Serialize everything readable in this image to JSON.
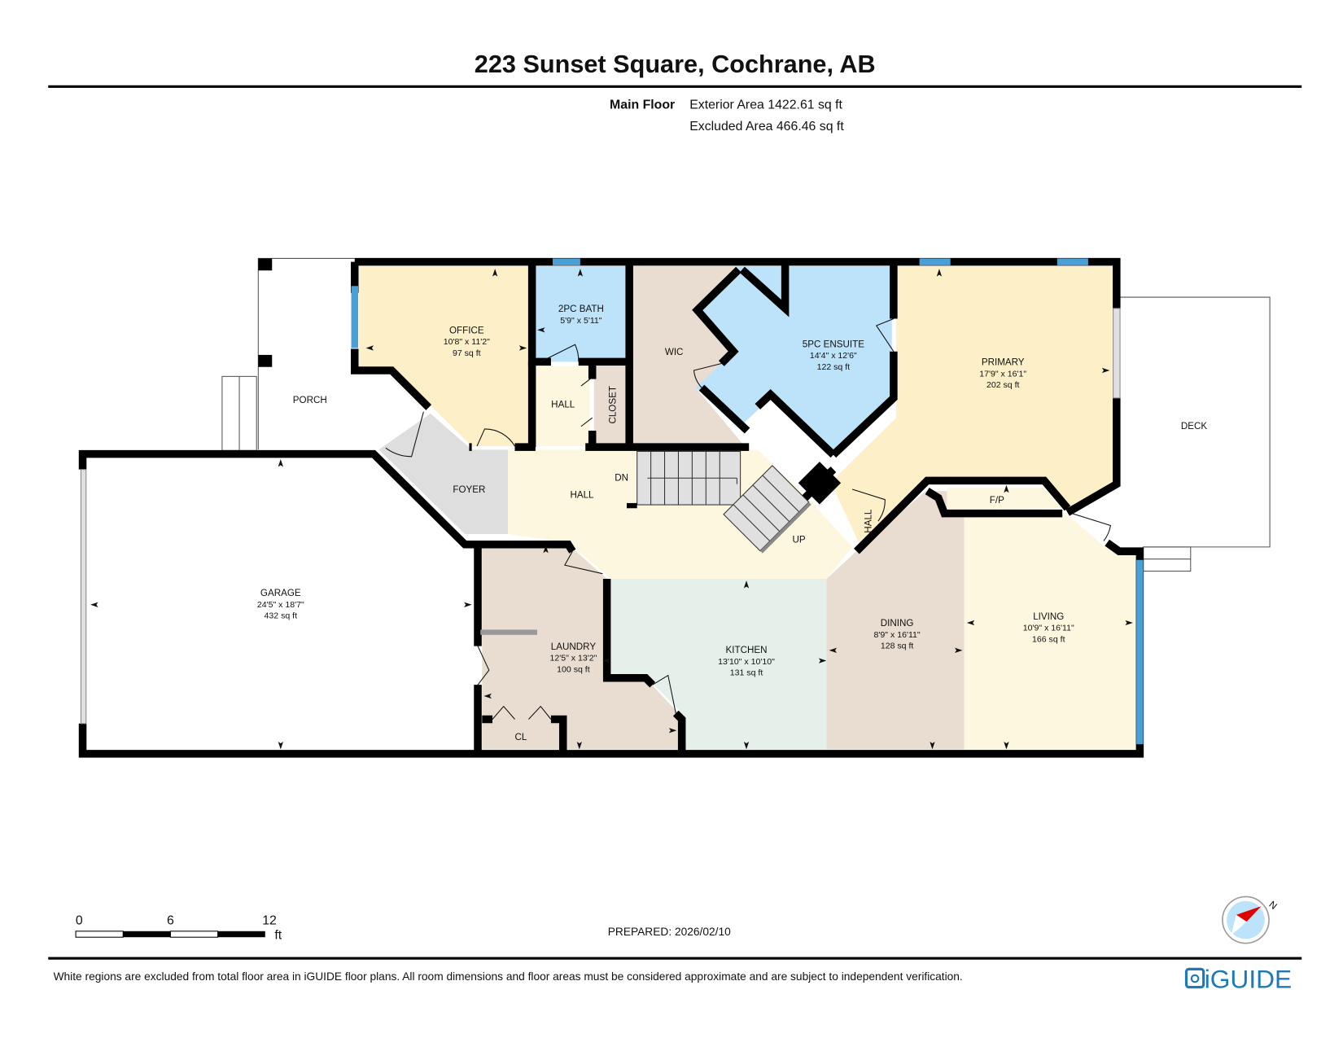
{
  "header": {
    "title": "223 Sunset Square, Cochrane, AB",
    "floor_label": "Main Floor",
    "exterior_area": "Exterior Area 1422.61 sq ft",
    "excluded_area": "Excluded Area 466.46 sq ft"
  },
  "rooms": {
    "office": {
      "name": "OFFICE",
      "dims": "10'8\" x 11'2\"",
      "area": "97 sq ft",
      "color": "#fdefc8"
    },
    "bath2pc": {
      "name": "2PC BATH",
      "dims": "5'9\" x 5'11\"",
      "color": "#bde3fb"
    },
    "hall_upper": {
      "name": "HALL",
      "color": "#fef7e0"
    },
    "closet": {
      "name": "CLOSET",
      "color": "#e8ddd0"
    },
    "wic": {
      "name": "WIC",
      "color": "#e8ddd0"
    },
    "ensuite": {
      "name": "5PC ENSUITE",
      "dims": "14'4\" x 12'6\"",
      "area": "122 sq ft",
      "color": "#bde3fb"
    },
    "primary": {
      "name": "PRIMARY",
      "dims": "17'9\" x 16'1\"",
      "area": "202 sq ft",
      "color": "#fdefc8"
    },
    "porch": {
      "name": "PORCH"
    },
    "deck": {
      "name": "DECK"
    },
    "foyer": {
      "name": "FOYER",
      "color": "#dedede"
    },
    "hall_main": {
      "name": "HALL",
      "color": "#fef7e0"
    },
    "stairs_down": {
      "label": "DN"
    },
    "stairs_up": {
      "label": "UP"
    },
    "hall_small": {
      "name": "HALL"
    },
    "fireplace": {
      "name": "F/P"
    },
    "garage": {
      "name": "GARAGE",
      "dims": "24'5\" x 18'7\"",
      "area": "432 sq ft"
    },
    "laundry": {
      "name": "LAUNDRY",
      "dims": "12'5\" x 13'2\"",
      "area": "100 sq ft",
      "color": "#e8ddd0"
    },
    "cl": {
      "name": "CL"
    },
    "kitchen": {
      "name": "KITCHEN",
      "dims": "13'10\" x 10'10\"",
      "area": "131 sq ft",
      "color": "#e5f0ea"
    },
    "dining": {
      "name": "DINING",
      "dims": "8'9\" x 16'11\"",
      "area": "128 sq ft",
      "color": "#e8ddd0"
    },
    "living": {
      "name": "LIVING",
      "dims": "10'9\" x 16'11\"",
      "area": "166 sq ft",
      "color": "#fef7e0"
    }
  },
  "scale_bar": {
    "ticks": [
      "0",
      "6",
      "12"
    ],
    "unit": "ft"
  },
  "prepared": "PREPARED: 2026/02/10",
  "compass": {
    "north_label": "N",
    "icon": "compass-icon"
  },
  "footer": {
    "disclaimer": "White regions are excluded from total floor area in iGUIDE floor plans. All room dimensions and floor areas must be considered approximate and are subject to independent verification.",
    "brand": "iGUIDE",
    "brand_color": "#1d79b9"
  },
  "colors": {
    "window": "#4a9fd4",
    "wall": "#000000"
  }
}
